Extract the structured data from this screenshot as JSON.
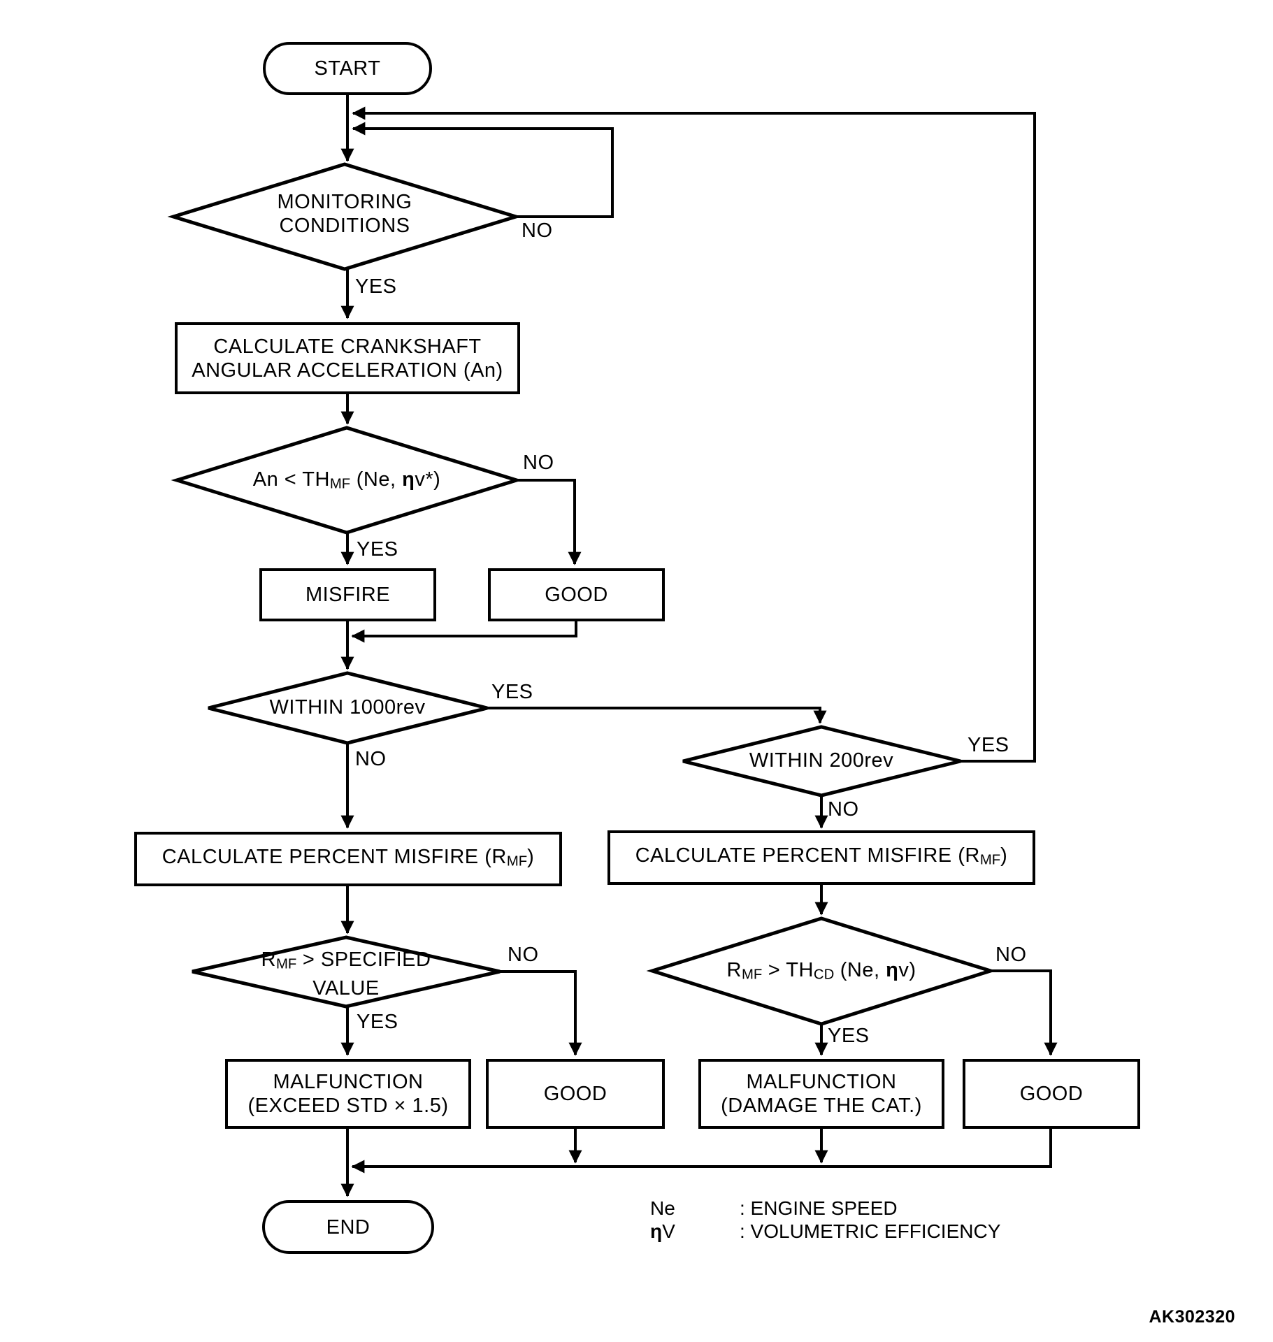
{
  "colors": {
    "line": "#000000",
    "background": "#ffffff",
    "text": "#000000"
  },
  "nodes": {
    "start": {
      "label": "START"
    },
    "monitoring": {
      "line1": "MONITORING",
      "line2": "CONDITIONS"
    },
    "calc_accel": {
      "line1": "CALCULATE CRANKSHAFT",
      "line2": "ANGULAR ACCELERATION (An)"
    },
    "an_threshold": {
      "p1": "An < TH",
      "sub1": "MF",
      "p2": " (Ne, ",
      "eta": "η",
      "p3": "v*)"
    },
    "misfire": {
      "label": "MISFIRE"
    },
    "good_top": {
      "label": "GOOD"
    },
    "within_1000rev": {
      "label": "WITHIN 1000rev"
    },
    "within_200rev": {
      "label": "WITHIN 200rev"
    },
    "calc_percent_left": {
      "p1": "CALCULATE PERCENT MISFIRE (R",
      "sub1": "MF",
      "p2": ")"
    },
    "calc_percent_right": {
      "p1": "CALCULATE PERCENT MISFIRE (R",
      "sub1": "MF",
      "p2": ")"
    },
    "rmf_specified": {
      "p1": "R",
      "sub1": "MF",
      "p2": " > SPECIFIED",
      "line2": "VALUE"
    },
    "rmf_thcd": {
      "p1": "R",
      "sub1": "MF",
      "p2": " > TH",
      "sub2": "CD",
      "p3": " (Ne, ",
      "eta": "η",
      "p4": "v)"
    },
    "malfunction_left": {
      "line1": "MALFUNCTION",
      "line2": "(EXCEED STD × 1.5)"
    },
    "good_left": {
      "label": "GOOD"
    },
    "malfunction_right": {
      "line1": "MALFUNCTION",
      "line2": "(DAMAGE THE CAT.)"
    },
    "good_right": {
      "label": "GOOD"
    },
    "end": {
      "label": "END"
    }
  },
  "edge_labels": {
    "monitoring_no": "NO",
    "monitoring_yes": "YES",
    "an_no": "NO",
    "an_yes": "YES",
    "within1000_yes": "YES",
    "within1000_no": "NO",
    "within200_yes": "YES",
    "within200_no": "NO",
    "rmf_spec_no": "NO",
    "rmf_spec_yes": "YES",
    "rmf_thcd_no": "NO",
    "rmf_thcd_yes": "YES"
  },
  "legend": {
    "sym1": "Ne",
    "desc1": ": ENGINE SPEED",
    "sym2_eta": "η",
    "sym2_v": "V",
    "desc2": ": VOLUMETRIC EFFICIENCY"
  },
  "footer": {
    "code": "AK302320"
  }
}
